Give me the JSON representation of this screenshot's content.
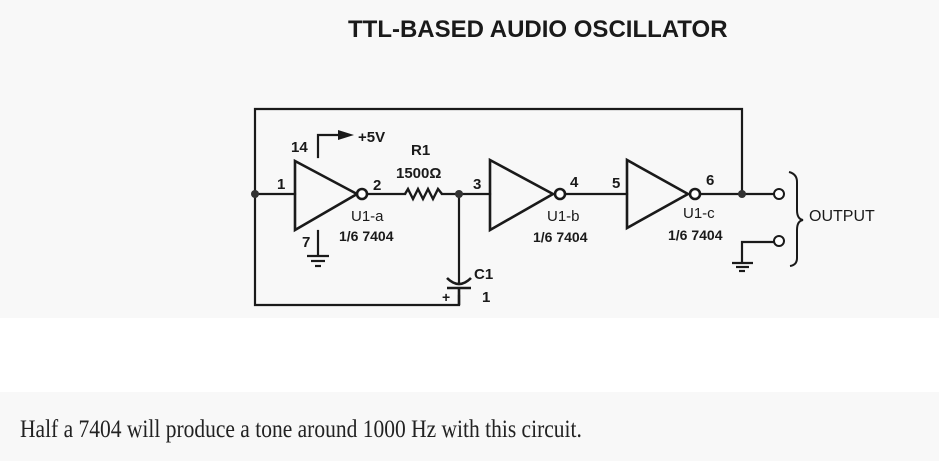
{
  "title": "TTL-BASED AUDIO OSCILLATOR",
  "caption": "Half a 7404 will produce a tone around 1000 Hz with this circuit.",
  "schematic": {
    "supply": "+5V",
    "resistor": {
      "ref": "R1",
      "value": "1500Ω"
    },
    "capacitor": {
      "ref": "C1",
      "value": "1",
      "polarity": "+"
    },
    "gates": [
      {
        "ref": "U1-a",
        "part": "1/6 7404",
        "input_pin": "1",
        "output_pin": "2",
        "vcc_pin": "14",
        "gnd_pin": "7"
      },
      {
        "ref": "U1-b",
        "part": "1/6 7404",
        "input_pin": "3",
        "output_pin": "4"
      },
      {
        "ref": "U1-c",
        "part": "1/6 7404",
        "input_pin": "5",
        "output_pin": "6"
      }
    ],
    "output_label": "OUTPUT",
    "icons": [
      "inverter-gate-icon",
      "resistor-icon",
      "capacitor-icon",
      "ground-icon",
      "arrow-icon",
      "terminal-icon",
      "brace-icon"
    ]
  }
}
